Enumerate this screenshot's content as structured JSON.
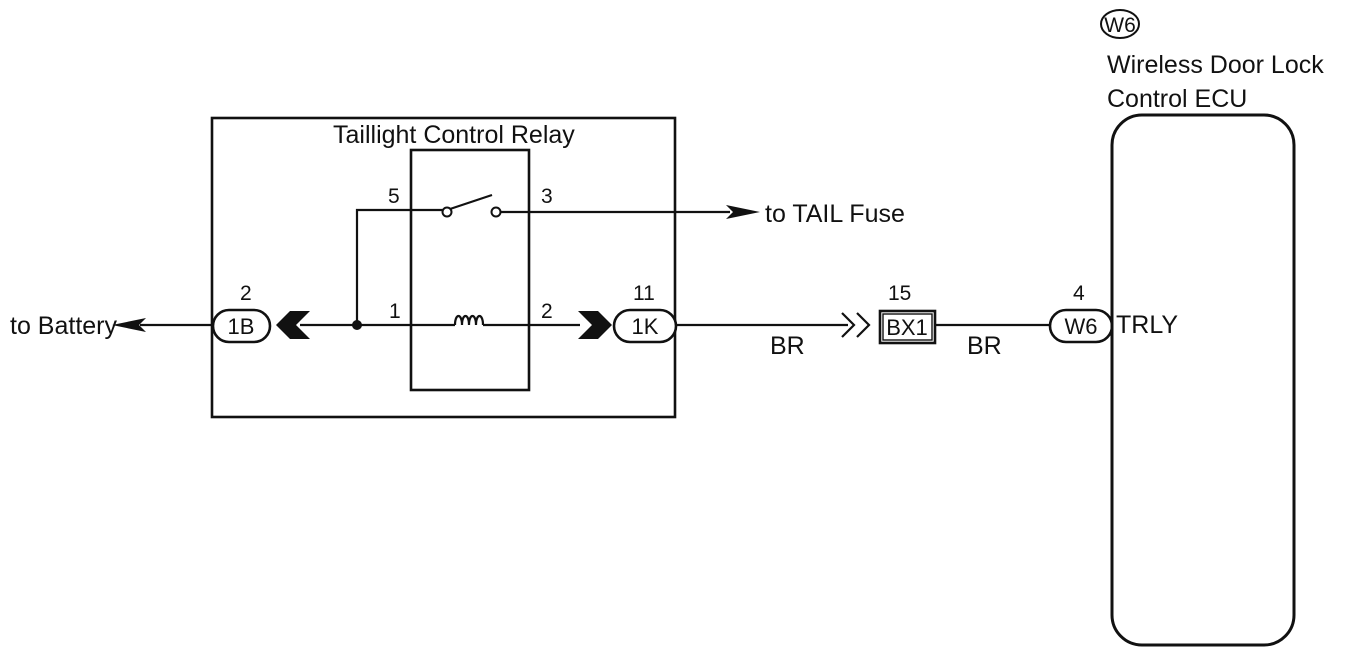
{
  "relay": {
    "title": "Taillight Control Relay",
    "pin_5": "5",
    "pin_3": "3",
    "pin_1": "1",
    "pin_2": "2"
  },
  "to_tail_fuse": "to TAIL Fuse",
  "to_battery": "to Battery",
  "connector_1b": {
    "label": "1B",
    "pin": "2"
  },
  "connector_1k": {
    "label": "1K",
    "pin": "11"
  },
  "connector_bx1": {
    "label": "BX1",
    "pin": "15"
  },
  "connector_w6": {
    "label": "W6",
    "pin": "4"
  },
  "wire_color_1": "BR",
  "wire_color_2": "BR",
  "ecu": {
    "code": "W6",
    "name_line1": "Wireless Door Lock",
    "name_line2": "Control ECU",
    "terminal": "TRLY"
  }
}
